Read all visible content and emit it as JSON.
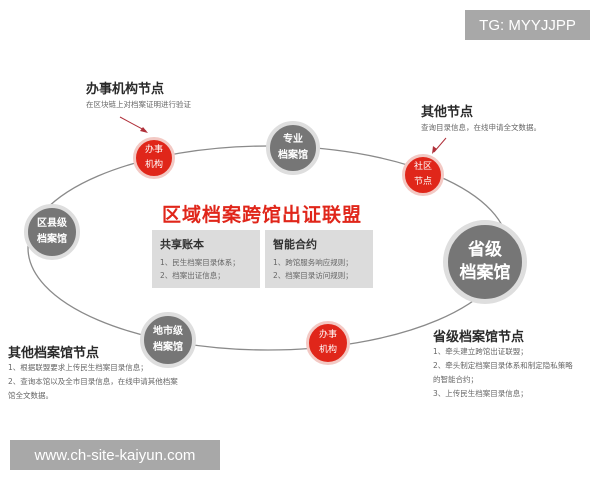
{
  "watermark_top": "TG: MYYJJPP",
  "watermark_bottom": "www.ch-site-kaiyun.com",
  "main_title": "区域档案跨馆出证联盟",
  "colors": {
    "accent_red": "#e0261a",
    "node_gray": "#767676",
    "box_gray": "#dcdcdc",
    "ring": "#dedede"
  },
  "boxes": [
    {
      "title": "共享账本",
      "items": [
        "1、民生档案目录体系；",
        "2、档案出证信息；"
      ]
    },
    {
      "title": "智能合约",
      "items": [
        "1、跨馆服务响应规则；",
        "2、档案目录访问规则；"
      ]
    }
  ],
  "nodes": {
    "office_top": {
      "line1": "办事",
      "line2": "机构"
    },
    "specialized": {
      "line1": "专业",
      "line2": "档案馆"
    },
    "community": {
      "line1": "社区",
      "line2": "节点"
    },
    "county": {
      "line1": "区县级",
      "line2": "档案馆"
    },
    "provincial": {
      "line1": "省级",
      "line2": "档案馆"
    },
    "city": {
      "line1": "地市级",
      "line2": "档案馆"
    },
    "office_bottom": {
      "line1": "办事",
      "line2": "机构"
    }
  },
  "labels": {
    "office": {
      "title": "办事机构节点",
      "desc": "在区块链上对档案证明进行验证"
    },
    "other": {
      "title": "其他节点",
      "desc": "查询目录信息，在线申请全文数据。"
    },
    "other_archives": {
      "title": "其他档案馆节点",
      "items": [
        "1、根据联盟要求上传民生档案目录信息；",
        "2、查询本馆以及全市目录信息，在线申请其他档案",
        "馆全文数据。"
      ]
    },
    "provincial": {
      "title": "省级档案馆节点",
      "items": [
        "1、牵头建立跨馆出证联盟；",
        "2、牵头制定档案目录体系和制定隐私策略",
        "的智能合约；",
        "3、上传民生档案目录信息；"
      ]
    }
  }
}
